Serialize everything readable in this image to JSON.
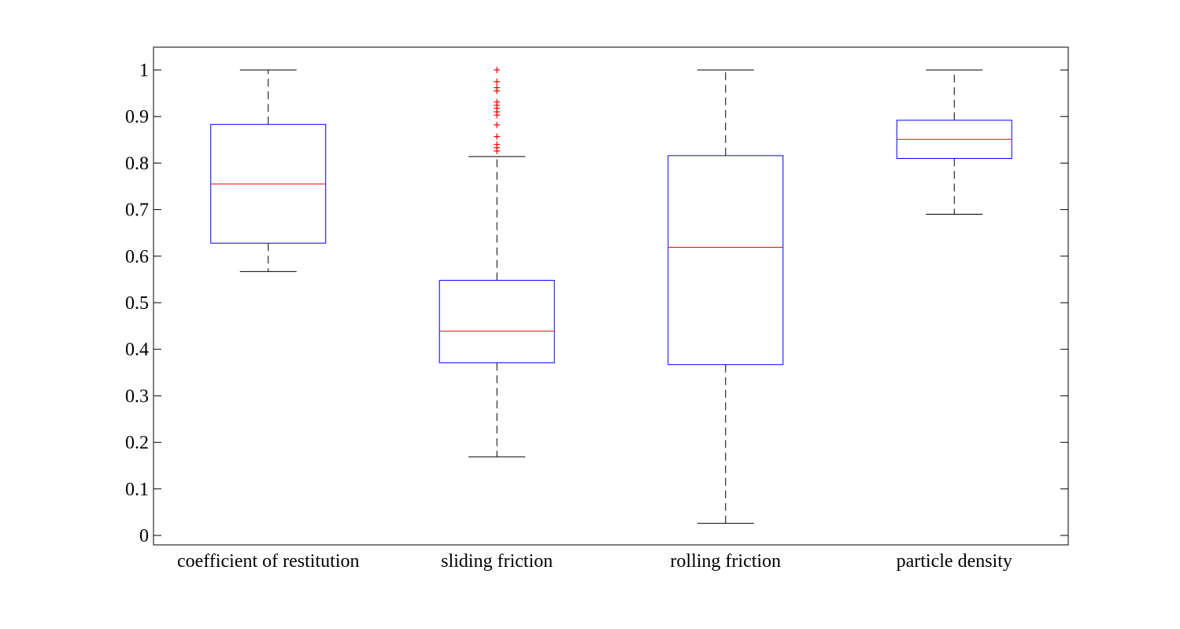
{
  "chart_data": {
    "type": "boxplot",
    "title": "",
    "xlabel": "",
    "ylabel": "",
    "ylim": [
      -0.02,
      1.05
    ],
    "yticks": [
      "0",
      "0.1",
      "0.2",
      "0.3",
      "0.4",
      "0.5",
      "0.6",
      "0.7",
      "0.8",
      "0.9",
      "1"
    ],
    "grid": false,
    "categories": [
      "coefficient of restitution",
      "sliding friction",
      "rolling friction",
      "particle density"
    ],
    "boxes": [
      {
        "whisker_low": 0.567,
        "q1": 0.628,
        "median": 0.755,
        "q3": 0.883,
        "whisker_high": 1.0,
        "outliers": []
      },
      {
        "whisker_low": 0.169,
        "q1": 0.371,
        "median": 0.439,
        "q3": 0.548,
        "whisker_high": 0.814,
        "outliers": [
          0.826,
          0.833,
          0.84,
          0.857,
          0.882,
          0.903,
          0.91,
          0.918,
          0.924,
          0.931,
          0.955,
          0.962,
          0.975,
          1.0
        ]
      },
      {
        "whisker_low": 0.026,
        "q1": 0.367,
        "median": 0.619,
        "q3": 0.816,
        "whisker_high": 1.0,
        "outliers": []
      },
      {
        "whisker_low": 0.69,
        "q1": 0.81,
        "median": 0.851,
        "q3": 0.892,
        "whisker_high": 1.0,
        "outliers": []
      }
    ],
    "colors": {
      "box": "#0000ff",
      "median": "#ff0000",
      "whisker": "#000000",
      "outlier": "#ff0000",
      "axes": "#000000"
    }
  }
}
